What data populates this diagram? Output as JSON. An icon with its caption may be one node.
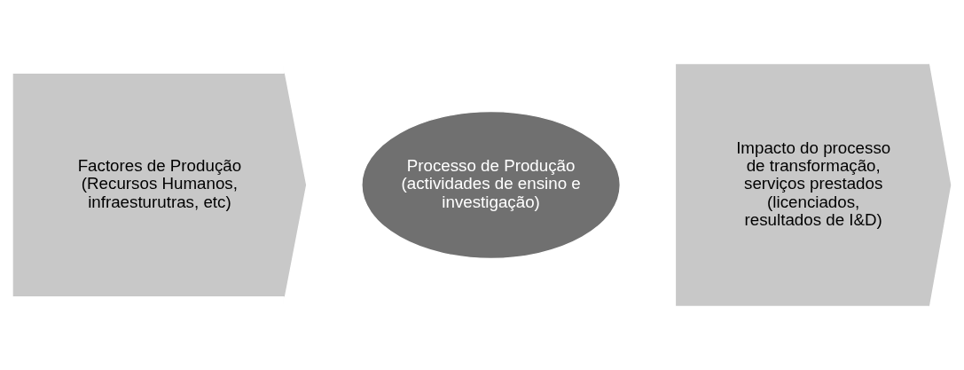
{
  "diagram": {
    "nodes": [
      {
        "text": [
          "Factores de Produção (Recursos Humanos, infraesturutras, etc)"
        ]
      },
      {
        "text": [
          "Processo de Produção (actividades de ensino e investigação)"
        ]
      },
      {
        "text": [
          "Impacto do processo de transformação, serviços prestados (licenciados, resultados de I&D)"
        ]
      }
    ],
    "edges": []
  }
}
